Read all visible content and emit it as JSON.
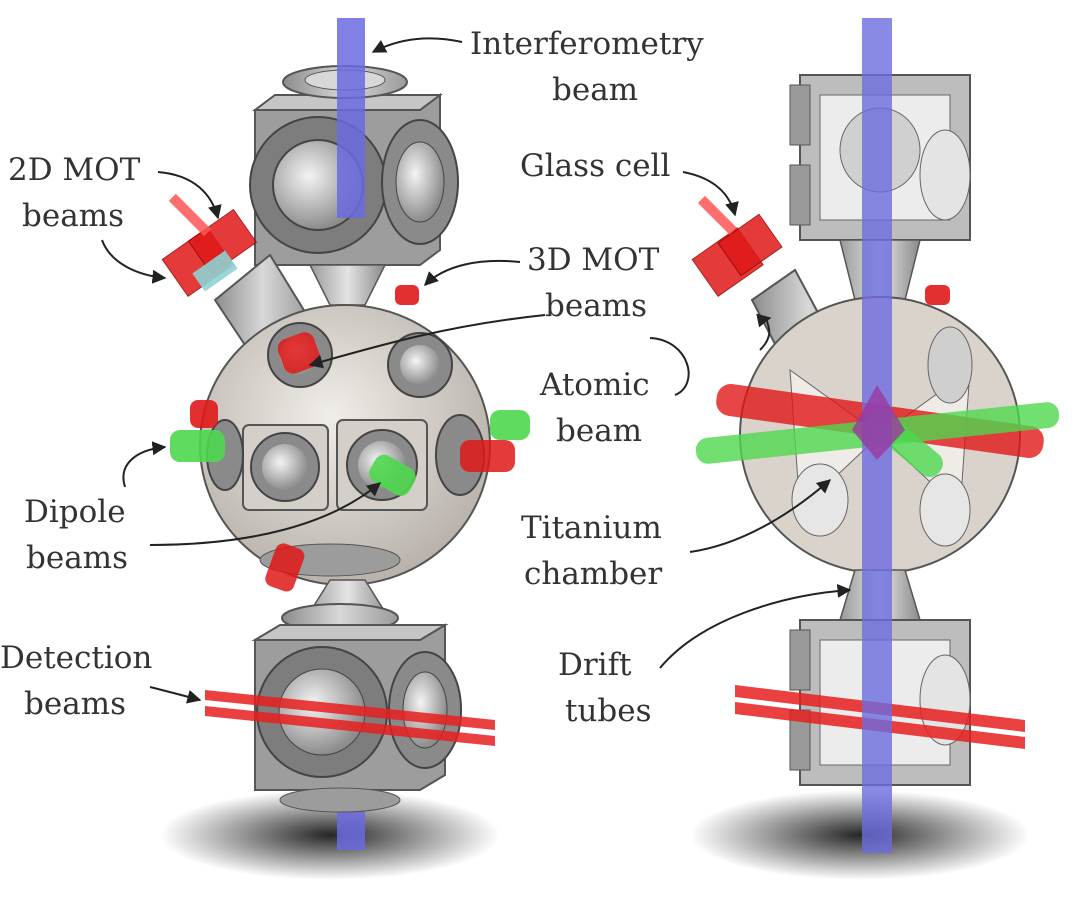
{
  "labels": {
    "interferometry": [
      "Interferometry",
      "beam"
    ],
    "mot2d": [
      "2D MOT",
      "beams"
    ],
    "mot3d": [
      "3D MOT",
      "beams"
    ],
    "dipole": [
      "Dipole",
      "beams"
    ],
    "detection": [
      "Detection",
      "beams"
    ],
    "glass_cell": [
      "Glass cell"
    ],
    "atomic_beam": [
      "Atomic",
      "beam"
    ],
    "titanium": [
      "Titanium",
      "chamber"
    ],
    "drift": [
      "Drift",
      "tubes"
    ]
  },
  "colors": {
    "interferometry_beam": "#6b6be0",
    "mot_beam": "#e01818",
    "dipole_beam": "#4ed84e",
    "detection_beam": "#e81e1e",
    "metal": "#b8b8b8",
    "chamber": "#ddd8d2"
  }
}
